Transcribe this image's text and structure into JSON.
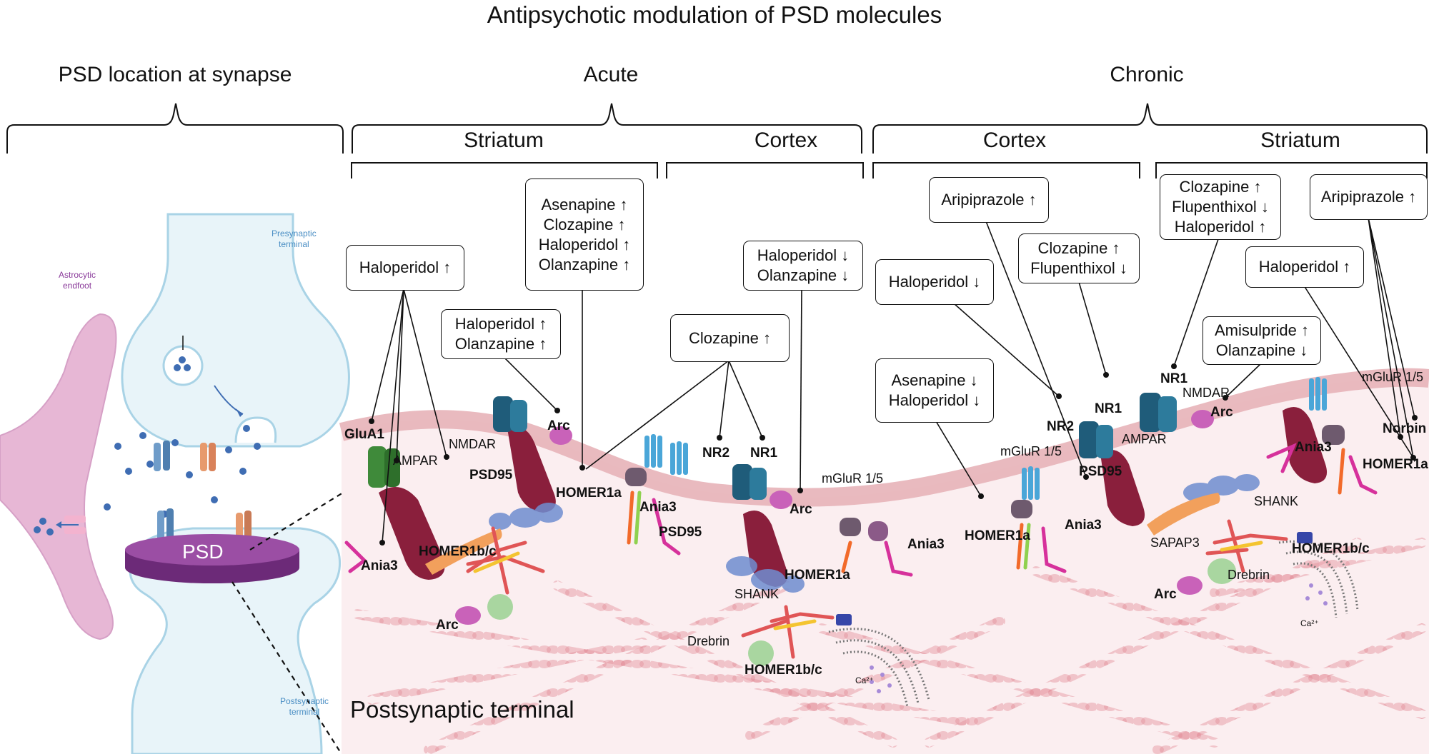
{
  "title": "Antipsychotic modulation of PSD molecules",
  "headers": {
    "left": "PSD location at synapse",
    "acute": "Acute",
    "chronic": "Chronic"
  },
  "regions": {
    "acute_striatum": "Striatum",
    "acute_cortex": "Cortex",
    "chronic_cortex": "Cortex",
    "chronic_striatum": "Striatum"
  },
  "synapse": {
    "presynaptic": [
      "Presynaptic",
      "terminal"
    ],
    "postsynaptic": [
      "Postsynaptic",
      "terminal"
    ],
    "astrocyte": [
      "Astrocytic",
      "endfoot"
    ],
    "psd": "PSD"
  },
  "postsynaptic_terminal": "Postsynaptic terminal",
  "calcium": "Ca²⁺",
  "boxes": {
    "a": [
      "Haloperidol ↑"
    ],
    "b": [
      "Haloperidol ↑",
      "Olanzapine ↑"
    ],
    "c": [
      "Asenapine ↑",
      "Clozapine ↑",
      "Haloperidol ↑",
      "Olanzapine ↑"
    ],
    "d": [
      "Clozapine ↑"
    ],
    "e": [
      "Haloperidol ↓",
      "Olanzapine ↓"
    ],
    "f": [
      "Aripiprazole ↑"
    ],
    "g": [
      "Haloperidol ↓"
    ],
    "h": [
      "Clozapine ↑",
      "Flupenthixol ↓"
    ],
    "i": [
      "Asenapine ↓",
      "Haloperidol ↓"
    ],
    "j": [
      "Clozapine ↑",
      "Flupenthixol ↓",
      "Haloperidol ↑"
    ],
    "k": [
      "Aripiprazole ↑"
    ],
    "l": [
      "Haloperidol ↑"
    ],
    "m": [
      "Amisulpride ↑",
      "Olanzapine ↓"
    ]
  },
  "molecules": {
    "glua1": "GluA1",
    "ampar": "AMPAR",
    "ania3": "Ania3",
    "homer1bc": "HOMER1b/c",
    "arc": "Arc",
    "nmdar": "NMDAR",
    "psd95": "PSD95",
    "homer1a": "HOMER1a",
    "nr2": "NR2",
    "nr1": "NR1",
    "mglur": "mGluR 1/5",
    "shank": "SHANK",
    "drebrin": "Drebrin",
    "sapap3": "SAPAP3",
    "norbin": "Norbin"
  },
  "colors": {
    "membrane": "#e7b3b8",
    "cytoplasm": "#fbeef0",
    "actin": "#e9a2ab",
    "neuron": "#e8f4f9",
    "astro": "#e7b7d5",
    "psd": "#9b4ea4"
  }
}
